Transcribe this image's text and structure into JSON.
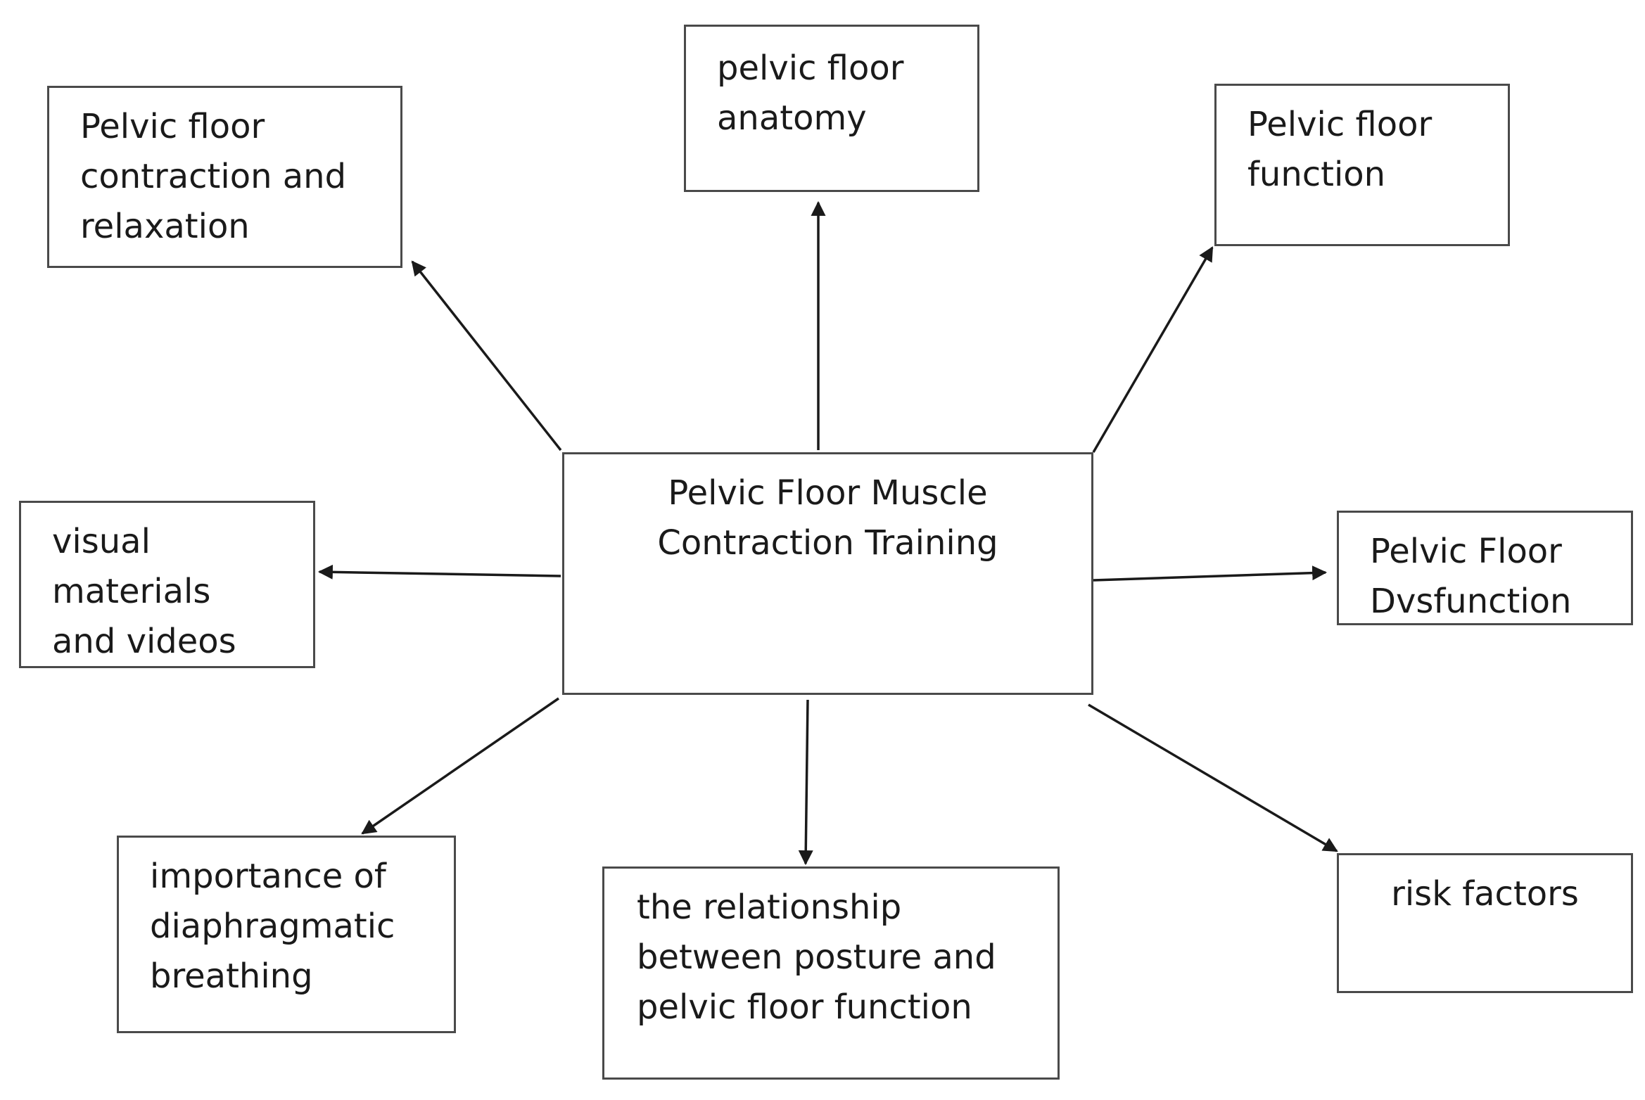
{
  "center": {
    "label": "Pelvic Floor Muscle\nContraction Training"
  },
  "topics": {
    "top_left": "Pelvic floor\ncontraction and\nrelaxation",
    "top": "pelvic floor\nanatomy",
    "top_right": "Pelvic floor\nfunction",
    "left": "visual\nmaterials\nand videos",
    "right": "Pelvic Floor\nDvsfunction",
    "bottom_left": "importance of\ndiaphragmatic\nbreathing",
    "bottom": "the relationship\nbetween posture and\npelvic floor function",
    "bottom_right": "risk factors"
  },
  "colors": {
    "box_border": "#4a4a4a",
    "arrow": "#1a1a1a",
    "text": "#1a1a1a"
  }
}
